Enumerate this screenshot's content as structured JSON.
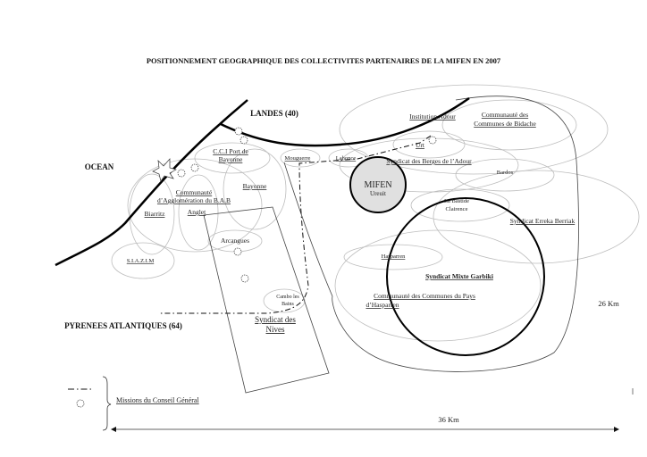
{
  "title": "POSITIONNEMENT GEOGRAPHIQUE DES COLLECTIVITES PARTENAIRES DE LA MIFEN EN 2007",
  "regions": {
    "landes": "LANDES (40)",
    "ocean": "OCEAN",
    "pyrenees": "PYRENEES ATLANTIQUES (64)"
  },
  "mifen": {
    "name": "MIFEN",
    "location": "Ureuit"
  },
  "labels": {
    "cci_1": "C.C.I Port de",
    "cci_2": "Bayonne",
    "mouguerre": "Mouguerre",
    "lahonce": "Lahonce",
    "institution_adour": "Institution Adour",
    "bidache_1": "Communauté des",
    "bidache_2": "Communes de Bidache",
    "urt": "Urt",
    "berges": "Syndicat des Berges de l’Adour",
    "bardos": "Bardos",
    "bastide_1": "La Bastide",
    "bastide_2": "Clairence",
    "erreka": "Syndicat Erreka Berriak",
    "bab_1": "Communauté",
    "bab_2": "d’Agglomération du B.A.B",
    "bayonne": "Bayonne",
    "biarritz": "Biarritz",
    "anglet": "Anglet",
    "arcangues": "Arcangues",
    "siazim": "S.I.A.Z.I.M",
    "hasparren": "Hasparren",
    "garbiki": "Syndicat Mixte Garbiki",
    "cc_hasparren_1": "Communauté des Communes du Pays",
    "cc_hasparren_2": "d’Hasparren",
    "cambo_1": "Cambo les",
    "cambo_2": "Bains",
    "nives_1": "Syndicat des",
    "nives_2": "Nives"
  },
  "scale": {
    "vertical": "26 Km",
    "horizontal": "36 Km"
  },
  "legend": {
    "missions": "Missions du Conseil Général"
  }
}
